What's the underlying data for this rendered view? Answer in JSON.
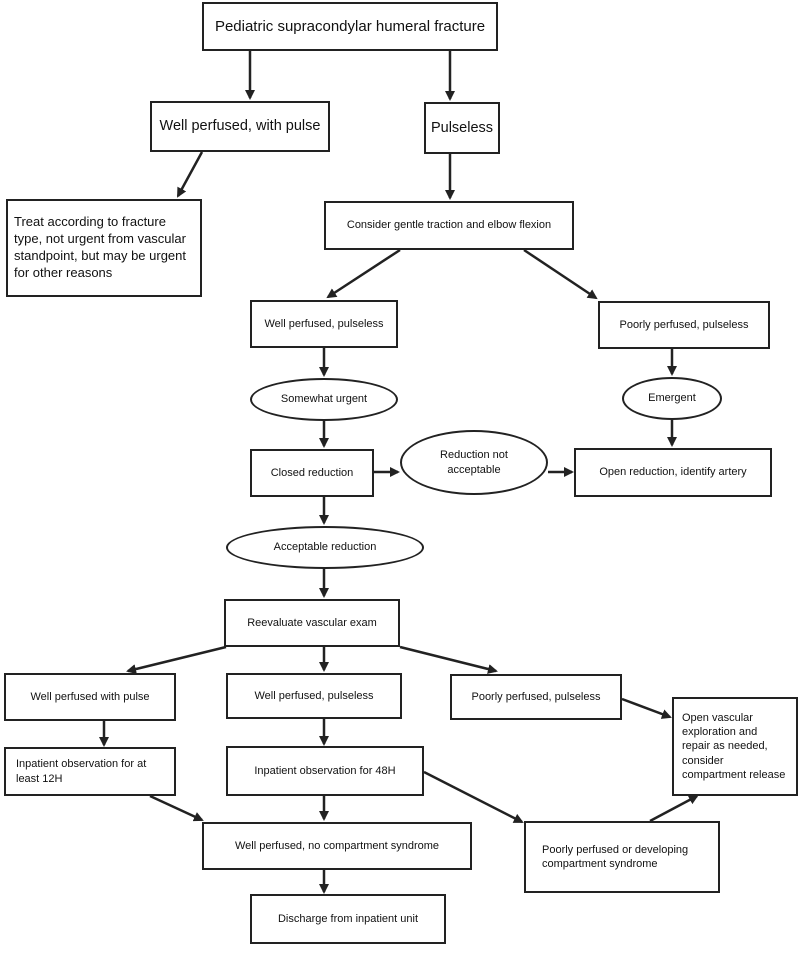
{
  "nodes": {
    "root": "Pediatric supracondylar humeral fracture",
    "well_with_pulse_top": "Well perfused, with pulse",
    "pulseless_top": "Pulseless",
    "treat_fracture": "Treat according to fracture type, not urgent from vascular standpoint, but may be urgent for other reasons",
    "traction": "Consider gentle traction and elbow flexion",
    "well_pulseless_1": "Well perfused, pulseless",
    "poor_pulseless_1": "Poorly perfused, pulseless",
    "somewhat_urgent": "Somewhat urgent",
    "emergent": "Emergent",
    "closed_reduction": "Closed reduction",
    "not_acceptable": "Reduction not acceptable",
    "open_reduction": "Open reduction, identify artery",
    "acceptable": "Acceptable reduction",
    "reevaluate": "Reevaluate vascular exam",
    "well_with_pulse_2": "Well perfused with pulse",
    "well_pulseless_2": "Well perfused, pulseless",
    "poor_pulseless_2": "Poorly perfused, pulseless",
    "open_vascular": "Open vascular exploration and repair as needed, consider compartment release",
    "obs_12h": "Inpatient observation for at least 12H",
    "obs_48h": "Inpatient observation for 48H",
    "no_compartment": "Well perfused, no compartment syndrome",
    "poor_compartment": "Poorly perfused or developing compartment syndrome",
    "discharge": "Discharge from inpatient unit"
  }
}
